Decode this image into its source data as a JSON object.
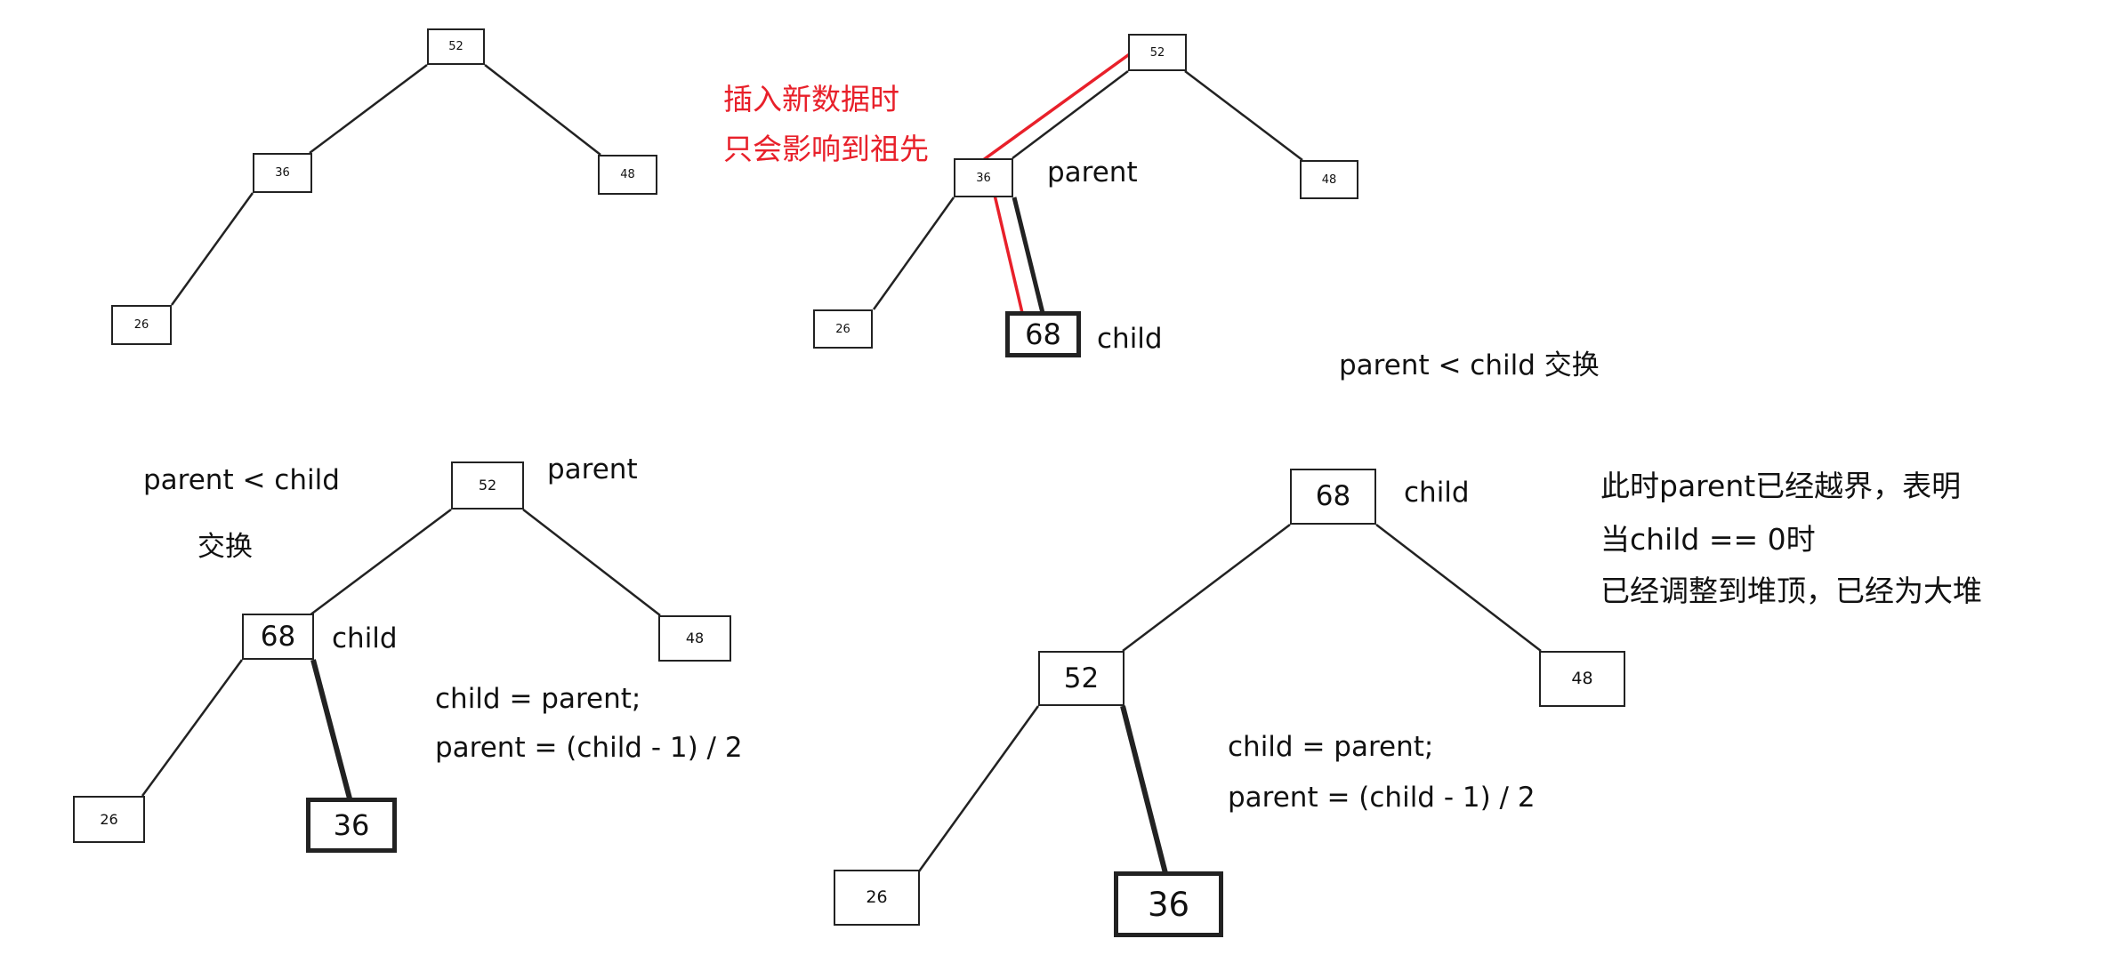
{
  "colors": {
    "node_border": "#222222",
    "edge": "#222222",
    "highlight": "#e8202a",
    "text": "#111111"
  },
  "panel1": {
    "nodes": {
      "root": "52",
      "left": "36",
      "right": "48",
      "leftleft": "26"
    }
  },
  "panel2": {
    "nodes": {
      "root": "52",
      "left": "36",
      "right": "48",
      "leftleft": "26",
      "new": "68"
    },
    "note_line1": "插入新数据时",
    "note_line2": "只会影响到祖先",
    "label_parent": "parent",
    "label_child": "child",
    "label_compare": "parent < child 交换"
  },
  "panel3": {
    "nodes": {
      "root": "52",
      "left": "68",
      "right": "48",
      "leftleft": "26",
      "leftright": "36"
    },
    "label_compare": "parent < child",
    "label_swap": "交换",
    "label_parent": "parent",
    "label_child": "child",
    "code_line1": "child = parent;",
    "code_line2": "parent = (child - 1) / 2"
  },
  "panel4": {
    "nodes": {
      "root": "68",
      "left": "52",
      "right": "48",
      "leftleft": "26",
      "leftright": "36"
    },
    "label_child": "child",
    "note_line1": "此时parent已经越界，表明",
    "note_line2": "当child == 0时",
    "note_line3": "已经调整到堆顶，已经为大堆",
    "code_line1": "child = parent;",
    "code_line2": "parent = (child - 1) / 2"
  }
}
